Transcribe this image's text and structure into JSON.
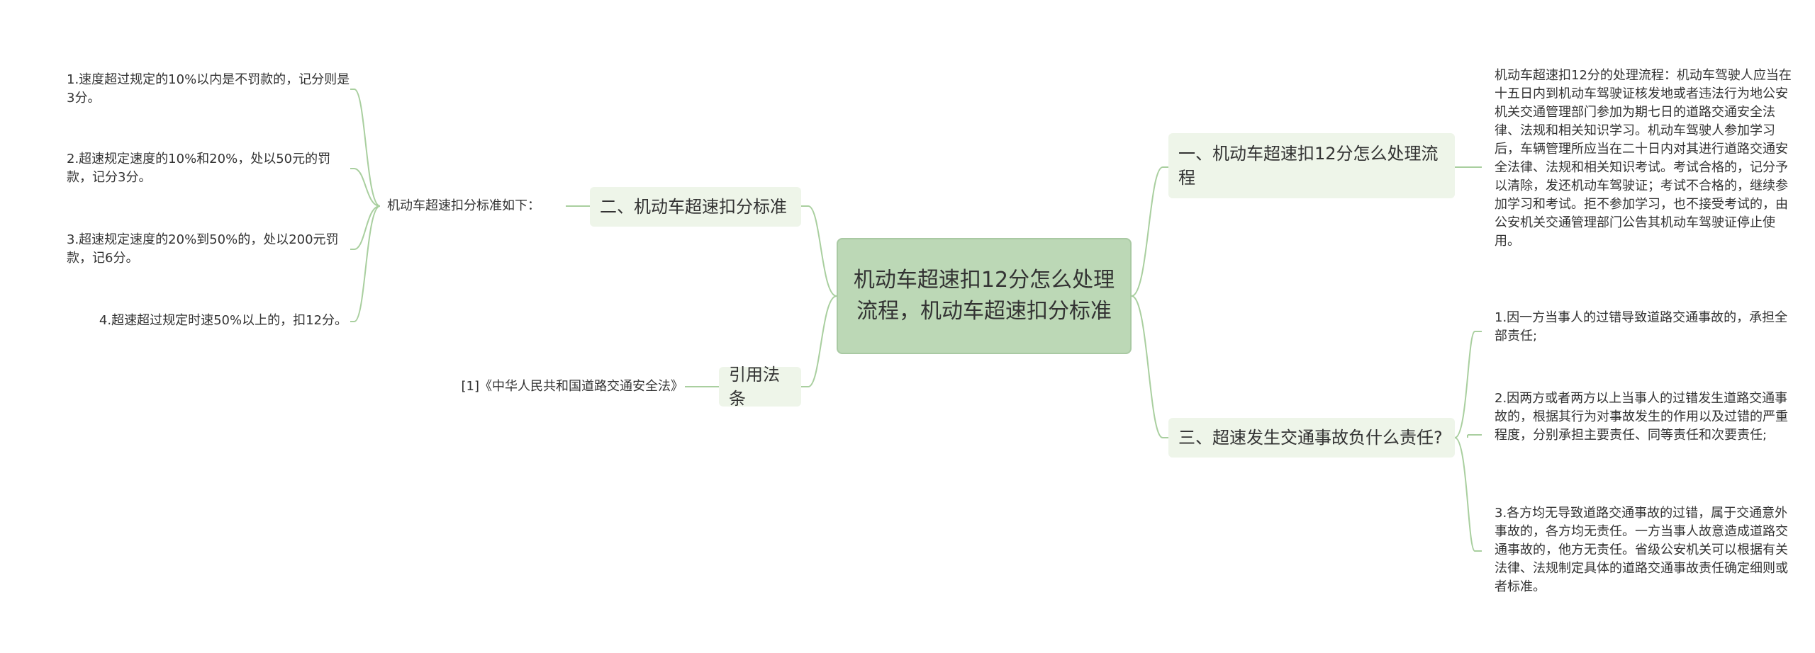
{
  "root": {
    "label": "机动车超速扣12分怎么处理流程，机动车超速扣分标准"
  },
  "branches": {
    "process": {
      "label": "一、机动车超速扣12分怎么处理流程",
      "detail": "机动车超速扣12分的处理流程：机动车驾驶人应当在十五日内到机动车驾驶证核发地或者违法行为地公安机关交通管理部门参加为期七日的道路交通安全法律、法规和相关知识学习。机动车驾驶人参加学习后，车辆管理所应当在二十日内对其进行道路交通安全法律、法规和相关知识考试。考试合格的，记分予以清除，发还机动车驾驶证；考试不合格的，继续参加学习和考试。拒不参加学习，也不接受考试的，由公安机关交通管理部门公告其机动车驾驶证停止使用。"
    },
    "responsibility": {
      "label": "三、超速发生交通事故负什么责任?",
      "items": [
        "1.因一方当事人的过错导致道路交通事故的，承担全部责任;",
        "2.因两方或者两方以上当事人的过错发生道路交通事故的，根据其行为对事故发生的作用以及过错的严重程度，分别承担主要责任、同等责任和次要责任;",
        "3.各方均无导致道路交通事故的过错，属于交通意外事故的，各方均无责任。一方当事人故意造成道路交通事故的，他方无责任。省级公安机关可以根据有关法律、法规制定具体的道路交通事故责任确定细则或者标准。"
      ]
    },
    "standard": {
      "label": "二、机动车超速扣分标准",
      "sub_label": "机动车超速扣分标准如下：",
      "items": [
        "1.速度超过规定的10%以内是不罚款的，记分则是3分。",
        "2.超速规定速度的10%和20%，处以50元的罚款，记分3分。",
        "3.超速规定速度的20%到50%的，处以200元罚款，记6分。",
        "4.超速超过规定时速50%以上的，扣12分。"
      ]
    },
    "law": {
      "label": "引用法条",
      "items": [
        "[1]《中华人民共和国道路交通安全法》"
      ]
    }
  },
  "colors": {
    "root_fill": "#bcd8b6",
    "branch_fill": "#eef5e9",
    "connector": "#a9cf9f"
  }
}
